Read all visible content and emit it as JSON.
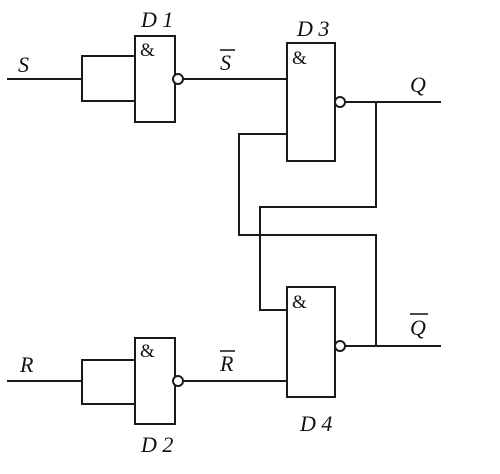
{
  "diagram": {
    "gates": {
      "d1": {
        "name": "D 1",
        "symbol": "&"
      },
      "d2": {
        "name": "D 2",
        "symbol": "&"
      },
      "d3": {
        "name": "D 3",
        "symbol": "&"
      },
      "d4": {
        "name": "D 4",
        "symbol": "&"
      }
    },
    "signals": {
      "s_in": "S",
      "r_in": "R",
      "s_bar": "S",
      "r_bar": "R",
      "q_out": "Q",
      "q_bar": "Q"
    }
  }
}
